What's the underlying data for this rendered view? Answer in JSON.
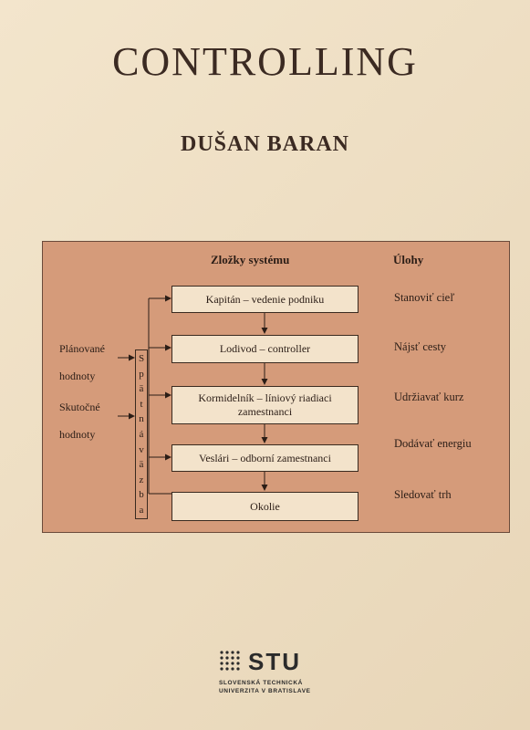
{
  "title": "CONTROLLING",
  "author": "DUŠAN BARAN",
  "diagram": {
    "col_components": "Zložky systému",
    "col_tasks": "Úlohy",
    "boxes": [
      "Kapitán – vedenie podniku",
      "Lodivod – controller",
      "Kormidelník – líniový riadiaci zamestnanci",
      "Veslári – odborní zamestnanci",
      "Okolie"
    ],
    "tasks": [
      "Stanoviť cieľ",
      "Nájsť cesty",
      "Udržiavať kurz",
      "Dodávať energiu",
      "Sledovať trh"
    ],
    "planned_line1": "Plánované",
    "planned_line2": "hodnoty",
    "actual_line1": "Skutočné",
    "actual_line2": "hodnoty",
    "feedback_letters": [
      "S",
      "p",
      "ä",
      "t",
      "n",
      "á",
      "v",
      "ä",
      "z",
      "b",
      "a"
    ]
  },
  "logo": {
    "name": "STU",
    "line1": "SLOVENSKÁ TECHNICKÁ",
    "line2": "UNIVERZITA V BRATISLAVE"
  }
}
